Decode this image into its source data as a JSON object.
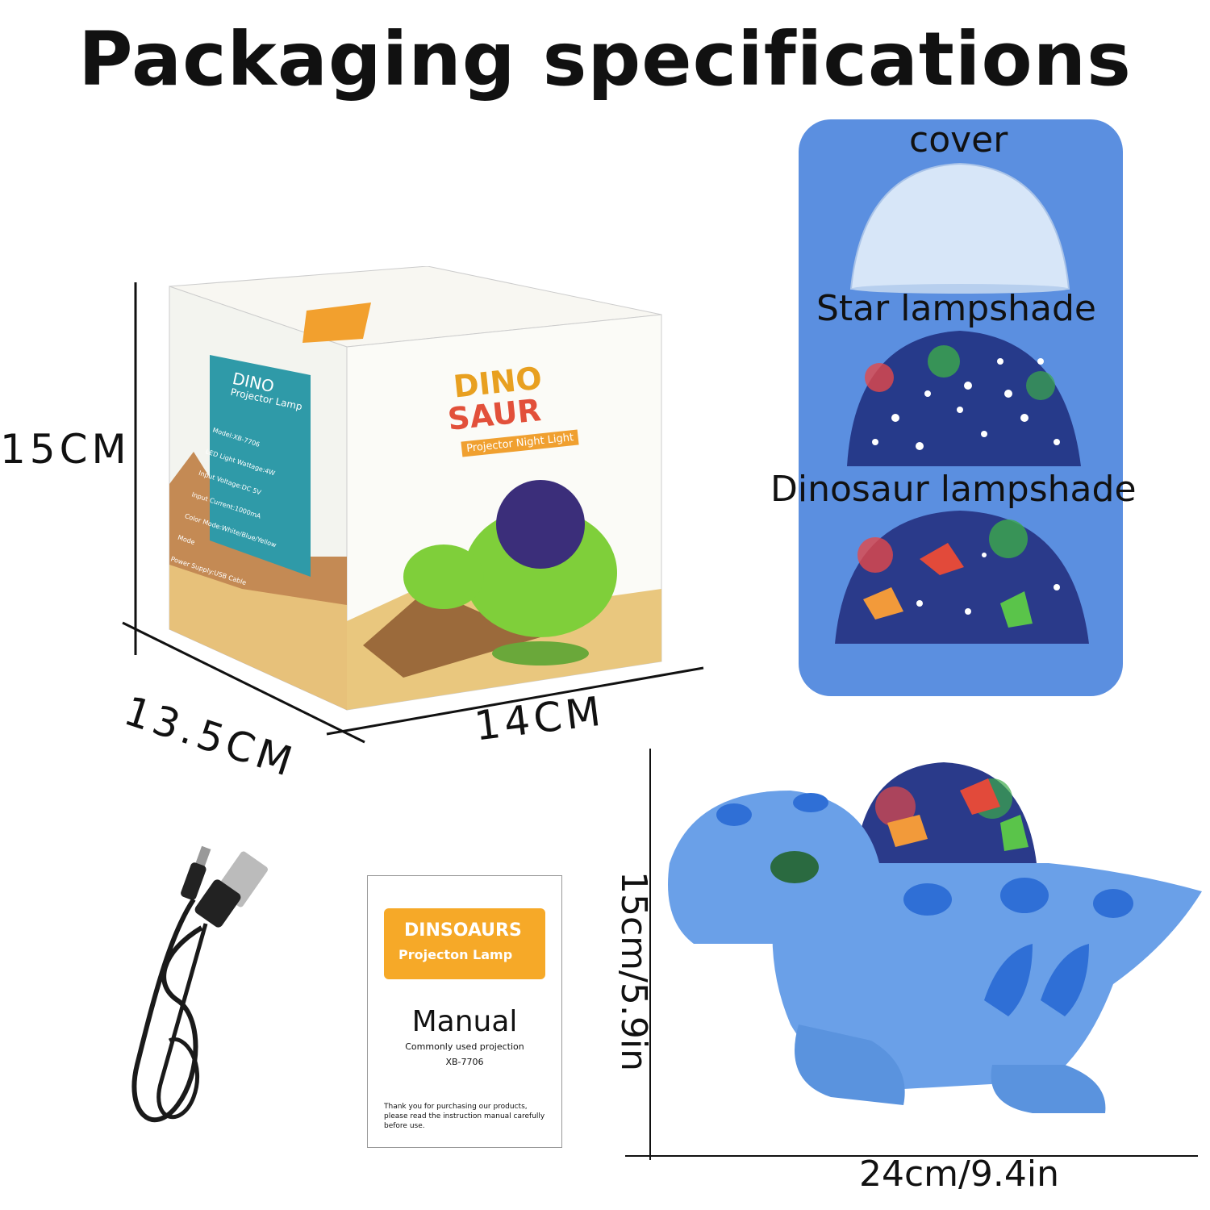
{
  "title": "Packaging specifications",
  "box": {
    "height_label": "15CM",
    "depth_label": "13.5CM",
    "width_label": "14CM",
    "front": {
      "logo_line1": "DINO",
      "logo_line2": "SAUR",
      "tagline": "Projector Night Light"
    },
    "side": {
      "title1": "DINO",
      "title2": "Projector Lamp",
      "specs": [
        "Model:XB-7706",
        "LED Light Wattage:4W",
        "Input Voltage:DC 5V",
        "Input Current:1000mA",
        "Color Mode:White/Blue/Yellow Mode",
        "Power Supply:USB Cable"
      ]
    }
  },
  "parts": {
    "cover": "cover",
    "star": "Star lampshade",
    "dino": "Dinosaur lampshade"
  },
  "manual": {
    "banner1": "DINSOAURS",
    "banner2": "Projecton Lamp",
    "title": "Manual",
    "subtitle": "Commonly used projection",
    "model": "XB-7706",
    "thanks": "Thank you for purchasing our products, please read the instruction manual carefully before use."
  },
  "product": {
    "height_label": "15cm/5.9in",
    "width_label": "24cm/9.4in"
  },
  "colors": {
    "panel": "#5b8fe0",
    "dino_blue": "#6aa0e8",
    "dino_green": "#7fcf3a"
  }
}
